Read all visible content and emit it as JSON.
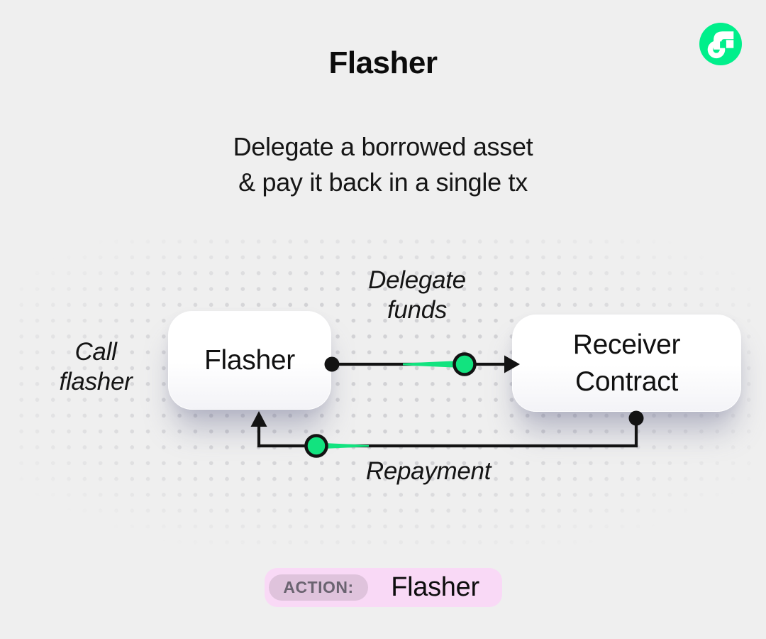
{
  "header": {
    "title": "Flasher",
    "subtitle": "Delegate a borrowed asset\n& pay it back in a single tx"
  },
  "diagram": {
    "call_label": "Call\nflasher",
    "flasher_box_label": "Flasher",
    "delegate_label": "Delegate\nfunds",
    "receiver_box_label": "Receiver\nContract",
    "repayment_label": "Repayment"
  },
  "footer": {
    "action_label": "ACTION:",
    "action_value": "Flasher"
  },
  "icons": {
    "logo": "flow-logo"
  },
  "colors": {
    "bg": "#EFEFEF",
    "ink": "#131313",
    "accent_green": "#12E37F",
    "logo_green": "#00EF8B",
    "badge_pink": "#F9D9F6",
    "badge_pill": "#DFC3DC",
    "badge_label_ink": "#6A6370",
    "dot_grid": "#D2D2D5"
  }
}
